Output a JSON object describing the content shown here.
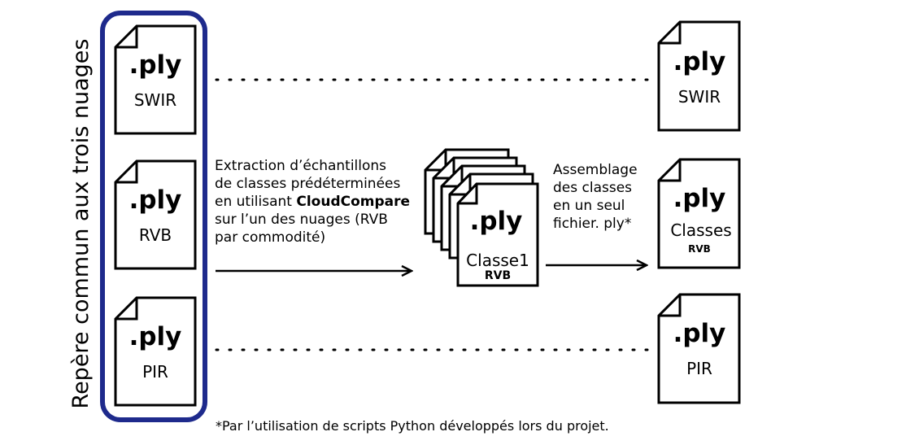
{
  "sidebar_label": "Repère commun aux trois nuages",
  "colors": {
    "frame": "#1e2a8c",
    "ink": "#000000"
  },
  "files": {
    "swir_left": {
      "ext": ".ply",
      "label": "SWIR"
    },
    "rvb_left": {
      "ext": ".ply",
      "label": "RVB"
    },
    "pir_left": {
      "ext": ".ply",
      "label": "PIR"
    },
    "swir_right": {
      "ext": ".ply",
      "label": "SWIR"
    },
    "classes_right": {
      "ext": ".ply",
      "label": "Classes",
      "sub": "RVB"
    },
    "pir_right": {
      "ext": ".ply",
      "label": "PIR"
    },
    "class_stack": {
      "ext": ".ply",
      "label": "Classe1",
      "sub": "RVB"
    }
  },
  "extraction": {
    "line1": "Extraction d’échantillons",
    "line2": "de classes prédéterminées",
    "line3_pre": "en utilisant ",
    "line3_bold": "CloudCompare",
    "line4": "sur l’un des nuages (RVB",
    "line5": "par commodité)"
  },
  "assembly": {
    "line1": "Assemblage",
    "line2": "des classes",
    "line3": "en un seul",
    "line4": "fichier. ply*"
  },
  "footnote": "*Par l’utilisation de scripts Python développés lors du projet."
}
